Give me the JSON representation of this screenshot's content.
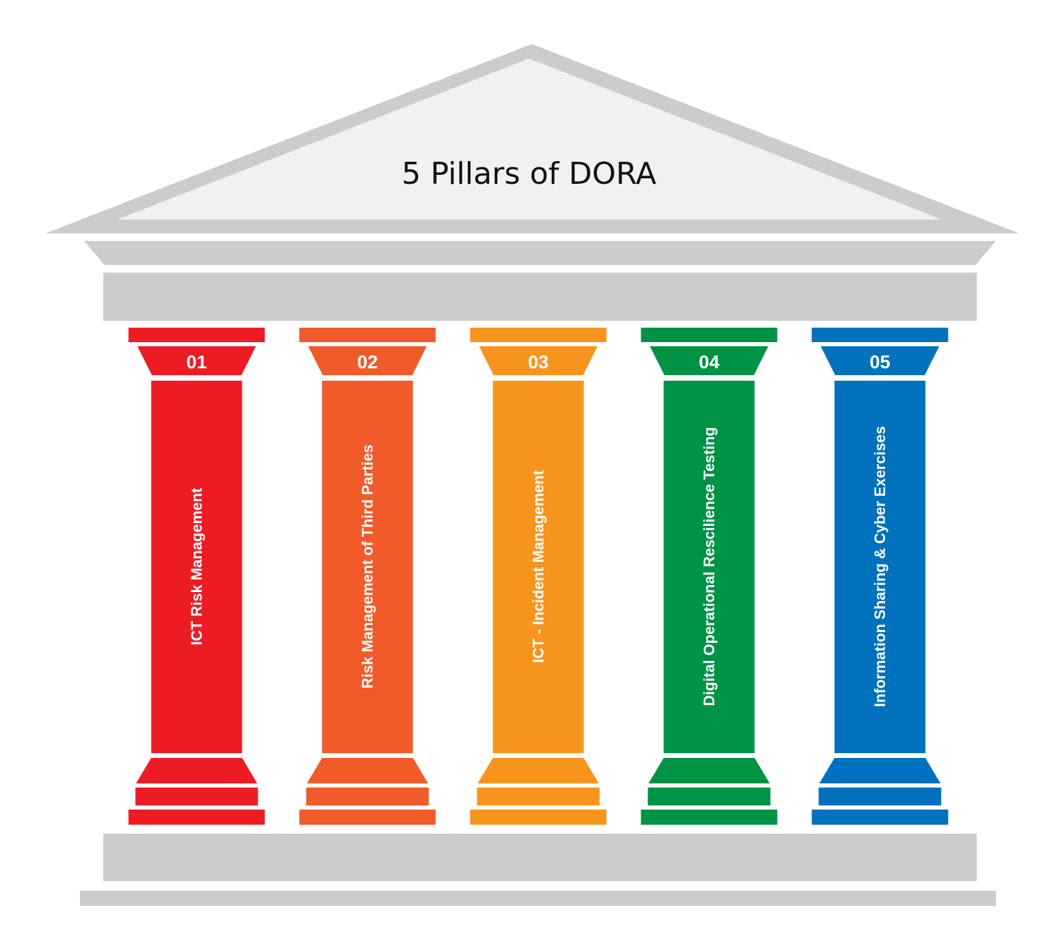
{
  "title": "5 Pillars of DORA",
  "colors": {
    "structure": "#cccccc",
    "pediment_fill": "#f1f1f1",
    "background": "#ffffff"
  },
  "pillars": [
    {
      "number": "01",
      "label": "ICT Risk Management",
      "color": "#ed1c24"
    },
    {
      "number": "02",
      "label": "Risk Management of Third Parties",
      "color": "#f15a29"
    },
    {
      "number": "03",
      "label": "ICT - Incident Management",
      "color": "#f7941d"
    },
    {
      "number": "04",
      "label": "Digital Operational Rescilience Testing",
      "color": "#009245"
    },
    {
      "number": "05",
      "label": "Information Sharing & Cyber Exercises",
      "color": "#0071bc"
    }
  ]
}
